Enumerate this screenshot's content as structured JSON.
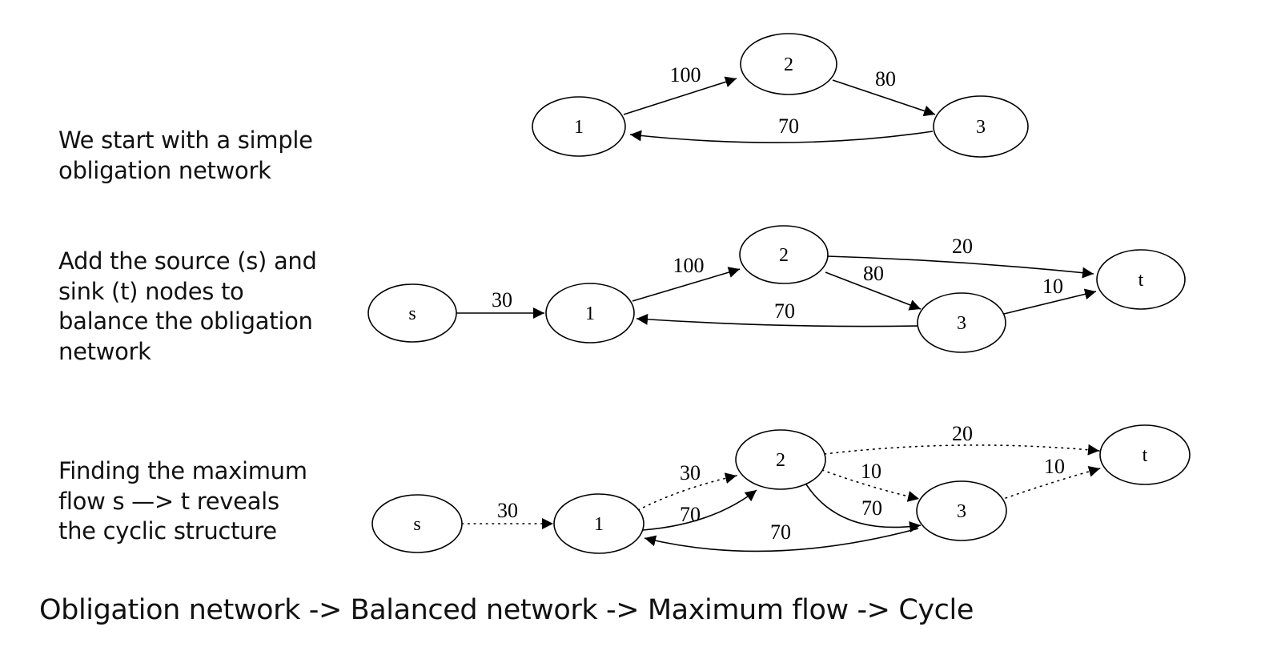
{
  "captions": {
    "step1": "We start with a simple obligation network",
    "step2": "Add the source (s) and sink (t) nodes to balance the obligation network",
    "step3": "Finding the maximum flow s —> t reveals the cyclic structure"
  },
  "footer": "Obligation network -> Balanced network -> Maximum flow -> Cycle",
  "graphs": [
    {
      "nodes": [
        "1",
        "2",
        "3"
      ],
      "edges": [
        {
          "from": "1",
          "to": "2",
          "label": "100",
          "style": "solid"
        },
        {
          "from": "2",
          "to": "3",
          "label": "80",
          "style": "solid"
        },
        {
          "from": "3",
          "to": "1",
          "label": "70",
          "style": "solid"
        }
      ]
    },
    {
      "nodes": [
        "s",
        "1",
        "2",
        "3",
        "t"
      ],
      "edges": [
        {
          "from": "s",
          "to": "1",
          "label": "30",
          "style": "solid"
        },
        {
          "from": "1",
          "to": "2",
          "label": "100",
          "style": "solid"
        },
        {
          "from": "2",
          "to": "t",
          "label": "20",
          "style": "solid"
        },
        {
          "from": "2",
          "to": "3",
          "label": "80",
          "style": "solid"
        },
        {
          "from": "3",
          "to": "1",
          "label": "70",
          "style": "solid"
        },
        {
          "from": "3",
          "to": "t",
          "label": "10",
          "style": "solid"
        }
      ]
    },
    {
      "nodes": [
        "s",
        "1",
        "2",
        "3",
        "t"
      ],
      "edges": [
        {
          "from": "s",
          "to": "1",
          "label": "30",
          "style": "dotted"
        },
        {
          "from": "1",
          "to": "2",
          "label": "30",
          "style": "dotted"
        },
        {
          "from": "1",
          "to": "2",
          "label": "70",
          "style": "solid"
        },
        {
          "from": "2",
          "to": "t",
          "label": "20",
          "style": "dotted"
        },
        {
          "from": "2",
          "to": "3",
          "label": "10",
          "style": "dotted"
        },
        {
          "from": "2",
          "to": "3",
          "label": "70",
          "style": "solid"
        },
        {
          "from": "3",
          "to": "1",
          "label": "70",
          "style": "solid"
        },
        {
          "from": "3",
          "to": "t",
          "label": "10",
          "style": "dotted"
        }
      ]
    }
  ]
}
